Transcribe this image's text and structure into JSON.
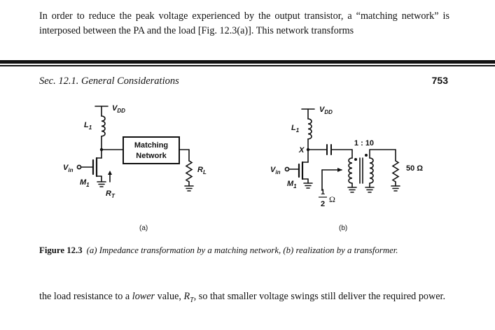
{
  "paragraph_top": "In order to reduce the peak voltage experienced by the output transistor, a “matching network” is interposed between the PA and the load [Fig. 12.3(a)]. This network transforms",
  "section_header": "Sec. 12.1.   General Considerations",
  "page_number": "753",
  "figure": {
    "a": {
      "vdd_label": "V",
      "vdd_sub": "DD",
      "inductor_label": "L",
      "inductor_sub": "1",
      "matching_line1": "Matching",
      "matching_line2": "Network",
      "vin_label": "V",
      "vin_sub": "in",
      "transistor_label": "M",
      "transistor_sub": "1",
      "rt_label": "R",
      "rt_sub": "T",
      "rl_label": "R",
      "rl_sub": "L",
      "sublabel": "(a)"
    },
    "b": {
      "vdd_label": "V",
      "vdd_sub": "DD",
      "inductor_label": "L",
      "inductor_sub": "1",
      "node_label": "X",
      "ratio_label": "1 : 10",
      "vin_label": "V",
      "vin_sub": "in",
      "transistor_label": "M",
      "transistor_sub": "1",
      "frac_num": "1",
      "frac_den": "2",
      "ohm_symbol": "Ω",
      "load_label": "50 Ω",
      "sublabel": "(b)"
    }
  },
  "caption": {
    "label": "Figure 12.3",
    "text": "(a) Impedance transformation by a matching network, (b) realization by a transformer."
  },
  "paragraph_bottom": {
    "p1": "the load resistance to a ",
    "p2": "lower",
    "p3": " value, ",
    "p4": "R",
    "p5": "T",
    "p6": ", so that smaller voltage swings still deliver the required power."
  }
}
